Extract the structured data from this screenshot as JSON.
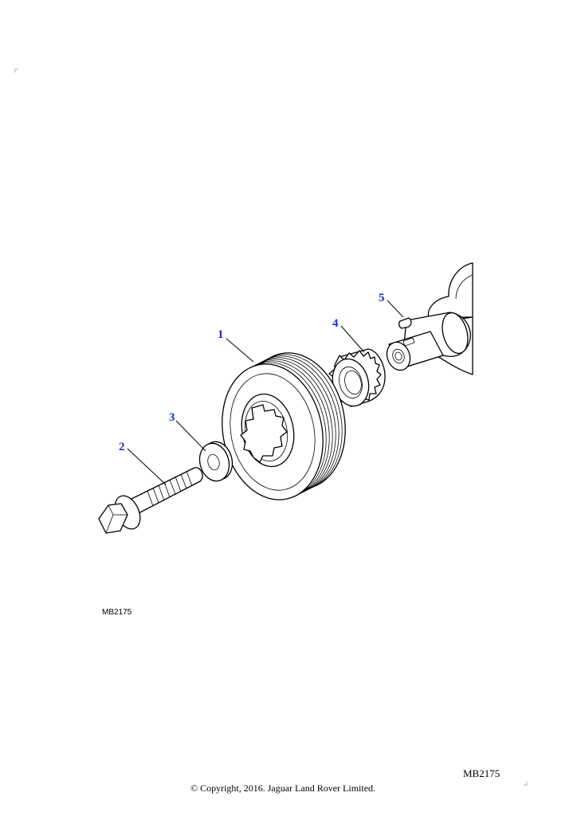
{
  "callouts": [
    {
      "id": "1",
      "label": "1"
    },
    {
      "id": "2",
      "label": "2"
    },
    {
      "id": "3",
      "label": "3"
    },
    {
      "id": "4",
      "label": "4"
    },
    {
      "id": "5",
      "label": "5"
    }
  ],
  "diagram_code": "MB2175",
  "page_code": "MB2175",
  "copyright": "© Copyright, 2016. Jaguar Land Rover Limited."
}
